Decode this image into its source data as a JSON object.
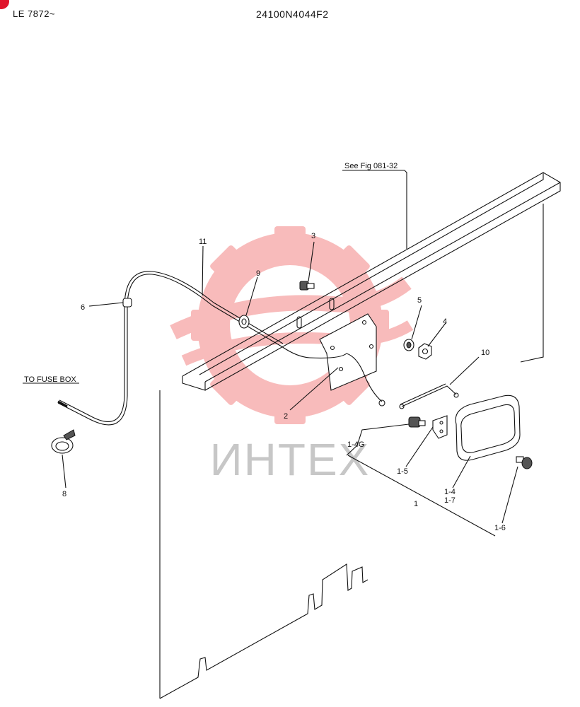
{
  "header": {
    "serial_range": "LE 7872~",
    "document_number": "24100N4044F2"
  },
  "references": {
    "see_fig": "See Fig 081-32",
    "to_fuse_box": "TO FUSE BOX"
  },
  "callouts": [
    "1",
    "1-4",
    "1-4G",
    "1-5",
    "1-6",
    "1-7",
    "2",
    "3",
    "4",
    "5",
    "6",
    "8",
    "9",
    "10",
    "11"
  ],
  "watermark": {
    "text": "ИНТЕХ",
    "gear_color": "#f06a6a",
    "text_color": "#9a9a9a"
  },
  "colors": {
    "line": "#111111",
    "corner_badge": "#e0142a"
  }
}
